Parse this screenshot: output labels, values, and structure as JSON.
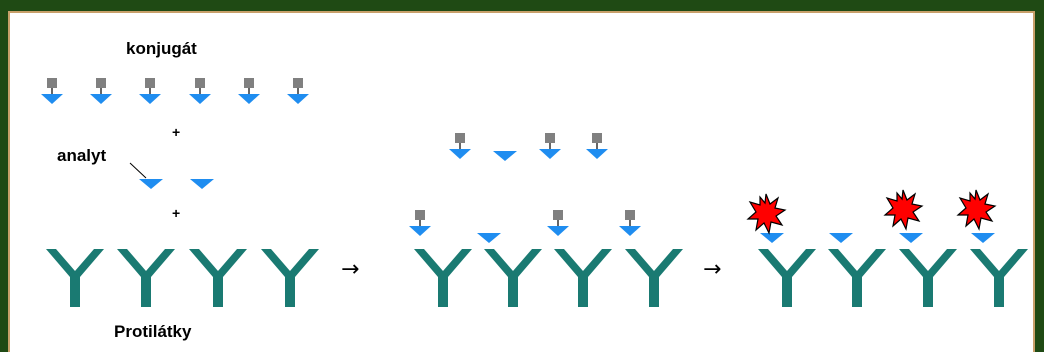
{
  "labels": {
    "conjugate": "konjugát",
    "analyte": "analyt",
    "antibodies": "Protilátky"
  },
  "symbols": {
    "plus": "+",
    "arrow": "→"
  },
  "colors": {
    "background": "#1f4a14",
    "panel": "#ffffff",
    "border": "#c8a06a",
    "antibody": "#1a7a72",
    "analyte": "#1f8df0",
    "tag": "#808080",
    "flash": "#ff0000"
  },
  "icons": [
    "antibody-icon",
    "analyte-icon",
    "conjugate-icon",
    "flash-icon"
  ]
}
